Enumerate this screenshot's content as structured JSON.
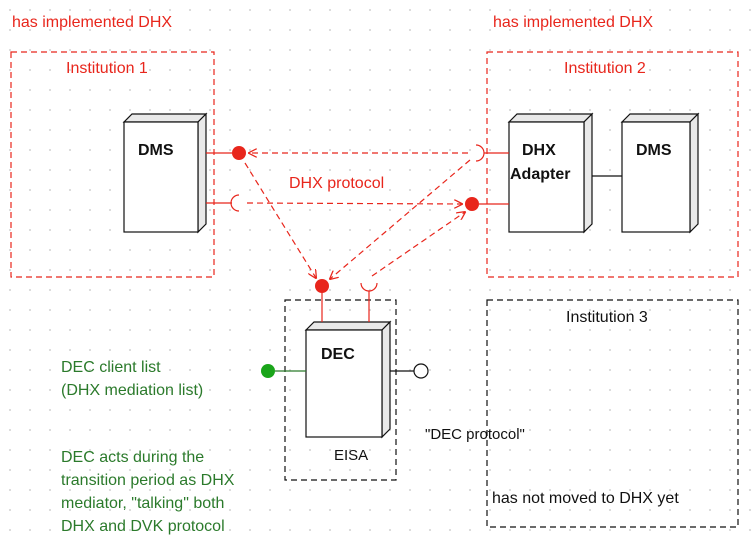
{
  "labels": {
    "impl_left": "has implemented DHX",
    "impl_right": "has implemented DHX",
    "inst1": "Institution 1",
    "inst2": "Institution 2",
    "inst3": "Institution 3",
    "dms_left": "DMS",
    "dms_right": "DMS",
    "dhx_adapter_line1": "DHX",
    "dhx_adapter_line2": "Adapter",
    "dec": "DEC",
    "eisa": "EISA",
    "dhx_protocol": "DHX protocol",
    "dec_protocol": "\"DEC protocol\"",
    "dec_client_list": "DEC client list\n(DHX mediation list)",
    "dec_acts": "DEC acts during the\ntransition period as DHX\nmediator, \"talking\" both\nDHX and DVK protocol",
    "not_moved": "has not moved to DHX yet"
  },
  "colors": {
    "red": "#e8261c",
    "green": "#2b7a2b",
    "black": "#111111"
  }
}
